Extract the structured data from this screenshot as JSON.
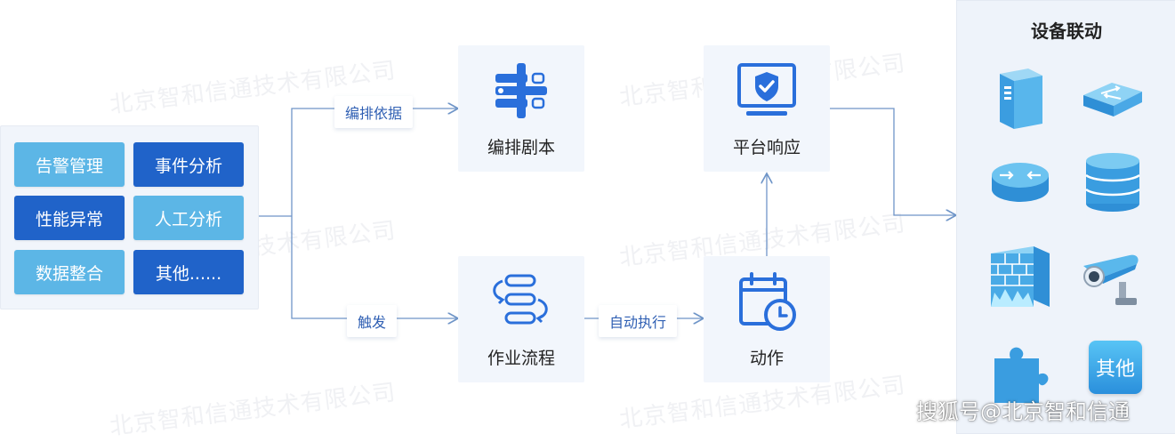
{
  "watermark": "北京智和信通技术有限公司",
  "categories": [
    "告警管理",
    "事件分析",
    "性能异常",
    "人工分析",
    "数据整合",
    "其他......"
  ],
  "nodes": {
    "orchestration_script": "编排剧本",
    "workflow": "作业流程",
    "platform_response": "平台响应",
    "action": "动作"
  },
  "edges": {
    "orchestration_basis": "编排依据",
    "trigger": "触发",
    "auto_execute": "自动执行"
  },
  "devices": {
    "title": "设备联动",
    "other_label": "其他"
  },
  "credit": "搜狐号@北京智和信通",
  "colors": {
    "light_blue": "#5cb6e6",
    "dark_blue": "#2063c9",
    "line": "#6f95c8",
    "accent": "#2a6fdb"
  }
}
